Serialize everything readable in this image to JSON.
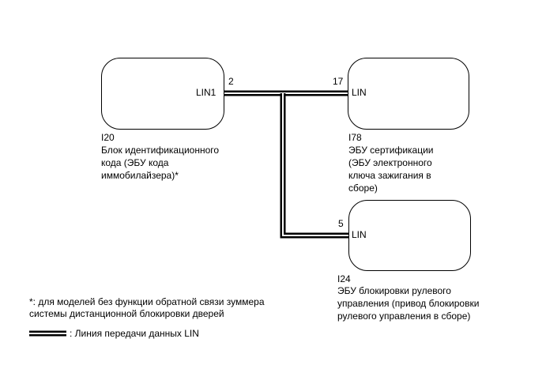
{
  "components": [
    {
      "id": "I20",
      "pin_label": "LIN1",
      "pin_number": "2",
      "description_lines": [
        "Блок идентификационного",
        "кода (ЭБУ кода",
        "иммобилайзера)*"
      ]
    },
    {
      "id": "I78",
      "pin_label": "LIN",
      "pin_number": "17",
      "description_lines": [
        "ЭБУ сертификации",
        "(ЭБУ электронного",
        "ключа зажигания в",
        "сборе)"
      ]
    },
    {
      "id": "I24",
      "pin_label": "LIN",
      "pin_number": "5",
      "description_lines": [
        "ЭБУ блокировки рулевого",
        "управления (привод блокировки",
        "рулевого управления в сборе)"
      ]
    }
  ],
  "footnote": {
    "lines": [
      "*: для моделей без функции обратной связи зуммера",
      "системы дистанционной блокировки дверей"
    ]
  },
  "legend": {
    "label": ": Линия передачи данных LIN"
  },
  "colors": {
    "line": "#000000",
    "background": "#ffffff"
  }
}
